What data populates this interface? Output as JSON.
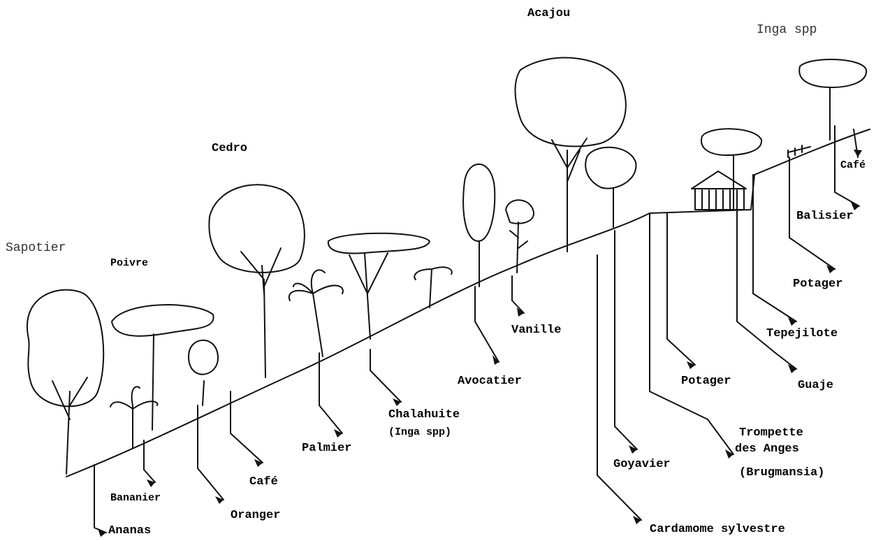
{
  "labels": {
    "sapotier": "Sapotier",
    "poivre": "Poivre",
    "cedro": "Cedro",
    "acajou": "Acajou",
    "inga_top": "Inga spp",
    "cafe_right": "Café",
    "balisier": "Balisier",
    "potager_right": "Potager",
    "tepejilote": "Tepejilote",
    "guaje": "Guaje",
    "potager_mid": "Potager",
    "vanille": "Vanille",
    "avocatier": "Avocatier",
    "chalahuite": "Chalahuite",
    "chalahuite_sub": "(Inga spp)",
    "palmier": "Palmier",
    "cafe_left": "Café",
    "oranger": "Oranger",
    "bananier": "Bananier",
    "ananas": "Ananas",
    "goyavier": "Goyavier",
    "trompette": "Trompette",
    "trompette_2": "des Anges",
    "trompette_3": "(Brugmansia)",
    "cardamome": "Cardamome sylvestre"
  }
}
